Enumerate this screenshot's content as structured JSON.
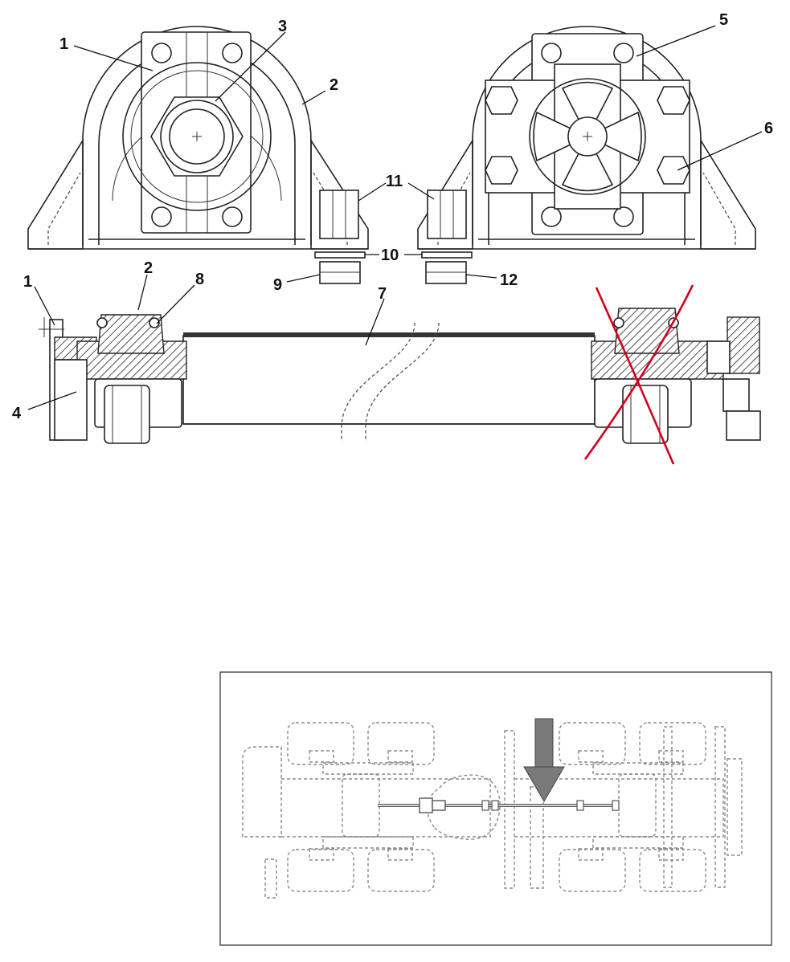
{
  "labels": {
    "l1_top": "1",
    "l2_top": "2",
    "l3": "3",
    "l5": "5",
    "l6": "6",
    "l11": "11",
    "l10": "10",
    "l9": "9",
    "l12": "12",
    "l1_mid": "1",
    "l2_mid": "2",
    "l8": "8",
    "l7": "7",
    "l4": "4"
  },
  "colors": {
    "line": "#222222",
    "cross_mark": "#d0021b",
    "arrow": "#7a7a7a",
    "vehicle_outline": "#8a8a8a"
  }
}
